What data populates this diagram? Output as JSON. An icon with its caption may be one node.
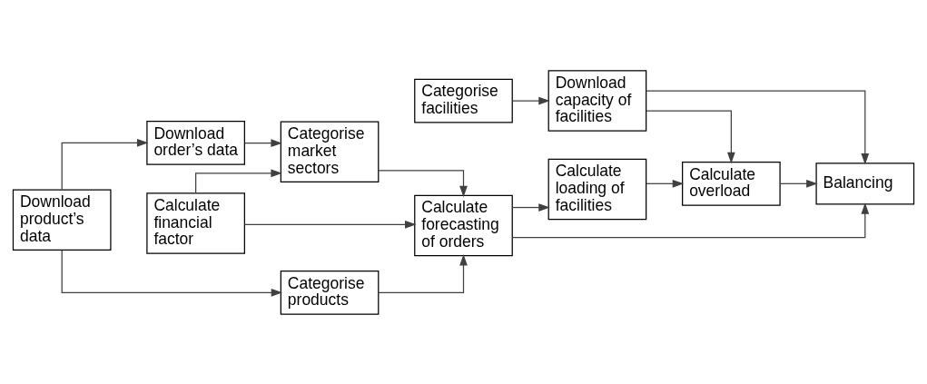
{
  "diagram": {
    "nodes": [
      {
        "text": [
          "Categorise facilities"
        ]
      },
      {
        "text": [
          "Download capacity of facilities"
        ]
      },
      {
        "text": [
          "Calculate financial factor"
        ]
      },
      {
        "text": [
          "Calculate loading of facilities"
        ]
      },
      {
        "text": [
          "Calculate overload"
        ]
      },
      {
        "text": [
          "Download order’s data"
        ]
      },
      {
        "text": [
          "Categorise market sectors"
        ]
      },
      {
        "text": [
          "Calculate forecasting of orders"
        ]
      },
      {
        "text": [
          "Balancing"
        ]
      },
      {
        "text": [
          "Download product’s data"
        ]
      },
      {
        "text": [
          "Categorise products"
        ]
      }
    ],
    "edges": [
      {
        "from": 0,
        "to": 1,
        "arrow": "to"
      },
      {
        "from": 1,
        "to": 4,
        "arrow": "to"
      },
      {
        "from": 1,
        "to": 8,
        "arrow": "to"
      },
      {
        "from": 2,
        "to": 6,
        "arrow": "to"
      },
      {
        "from": 2,
        "to": 7,
        "arrow": "to"
      },
      {
        "from": 3,
        "to": 4,
        "arrow": "to"
      },
      {
        "from": 4,
        "to": 8,
        "arrow": "to"
      },
      {
        "from": 5,
        "to": 6,
        "arrow": "to"
      },
      {
        "from": 6,
        "to": 7,
        "arrow": "to"
      },
      {
        "from": 7,
        "to": 3,
        "arrow": "to"
      },
      {
        "from": 7,
        "to": 8,
        "arrow": "to"
      },
      {
        "from": 9,
        "to": 5,
        "arrow": "to"
      },
      {
        "from": 9,
        "to": 10,
        "arrow": "to"
      },
      {
        "from": 10,
        "to": 7,
        "arrow": "to"
      }
    ]
  }
}
